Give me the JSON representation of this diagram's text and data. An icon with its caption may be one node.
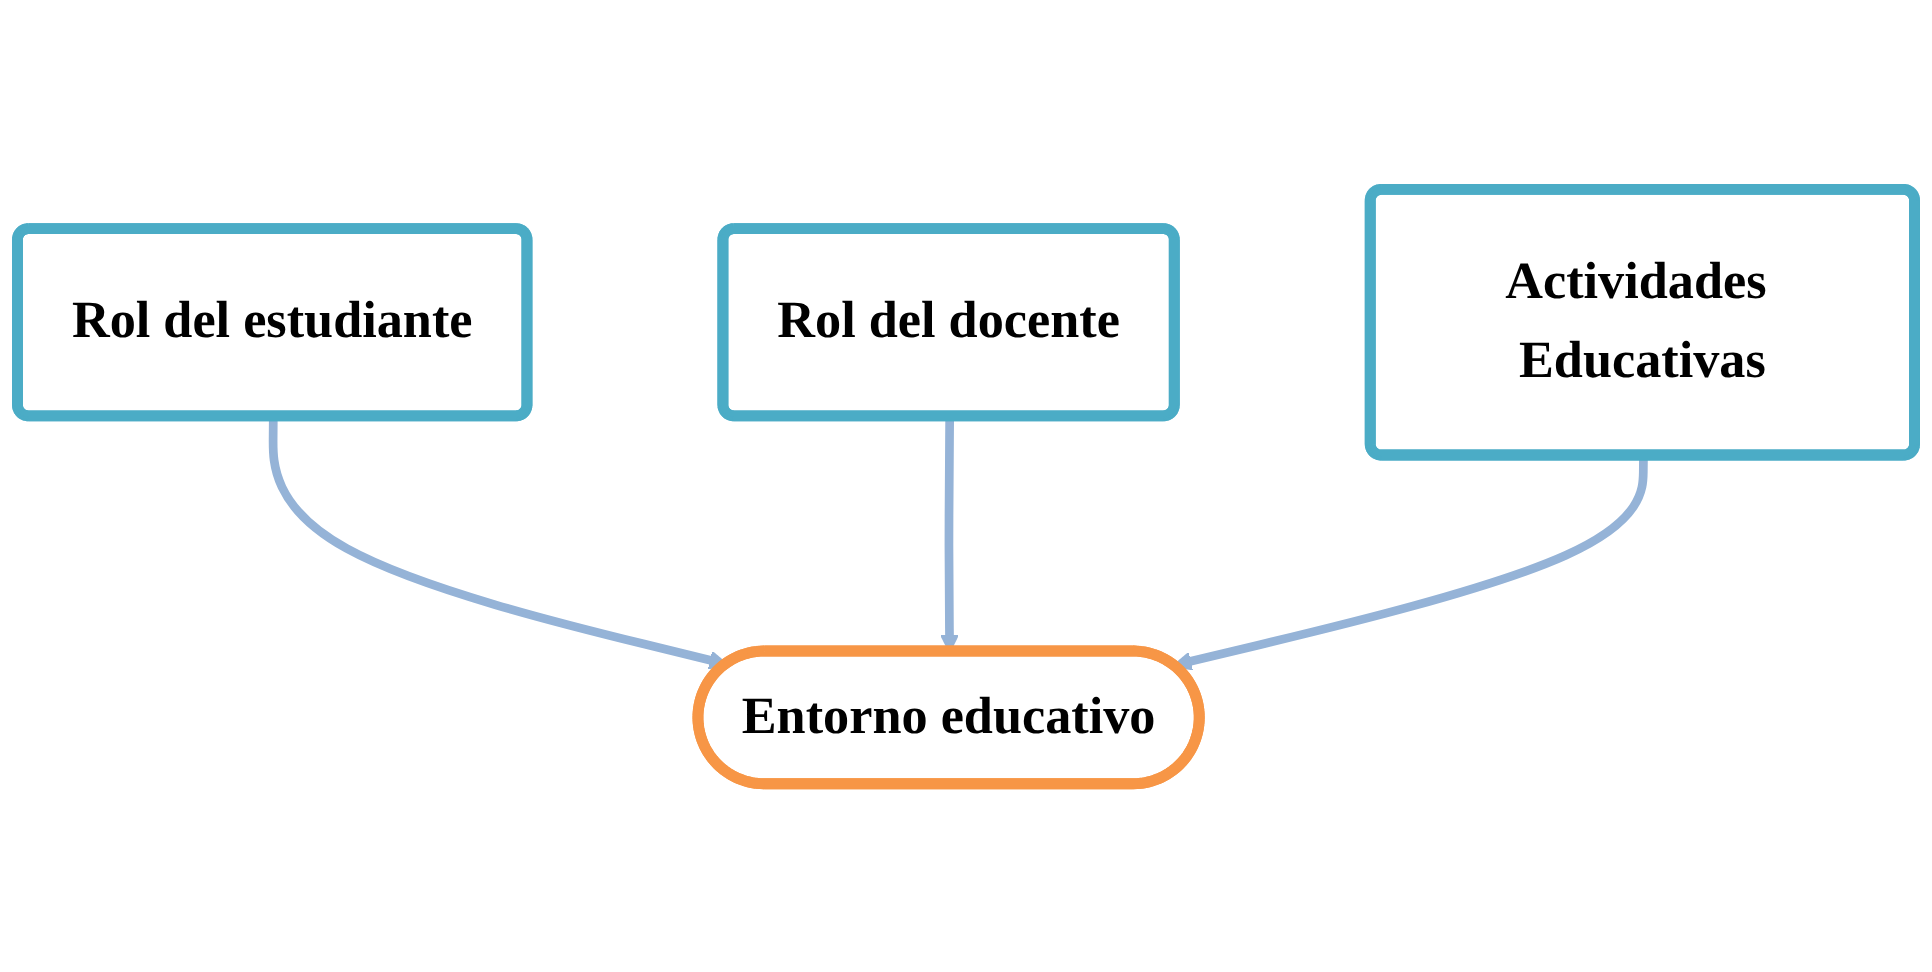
{
  "diagram": {
    "nodes": [
      {
        "text": [
          "Rol del estudiante"
        ]
      },
      {
        "text": [
          "Rol del docente"
        ]
      },
      {
        "text": [
          "Actividades Educativas"
        ]
      },
      {
        "text": [
          "Entorno educativo"
        ]
      }
    ],
    "edges": [
      {
        "from": 0,
        "to": 3,
        "arrow": "to"
      },
      {
        "from": 1,
        "to": 3,
        "arrow": "to"
      },
      {
        "from": 2,
        "to": 3,
        "arrow": "to"
      }
    ]
  }
}
